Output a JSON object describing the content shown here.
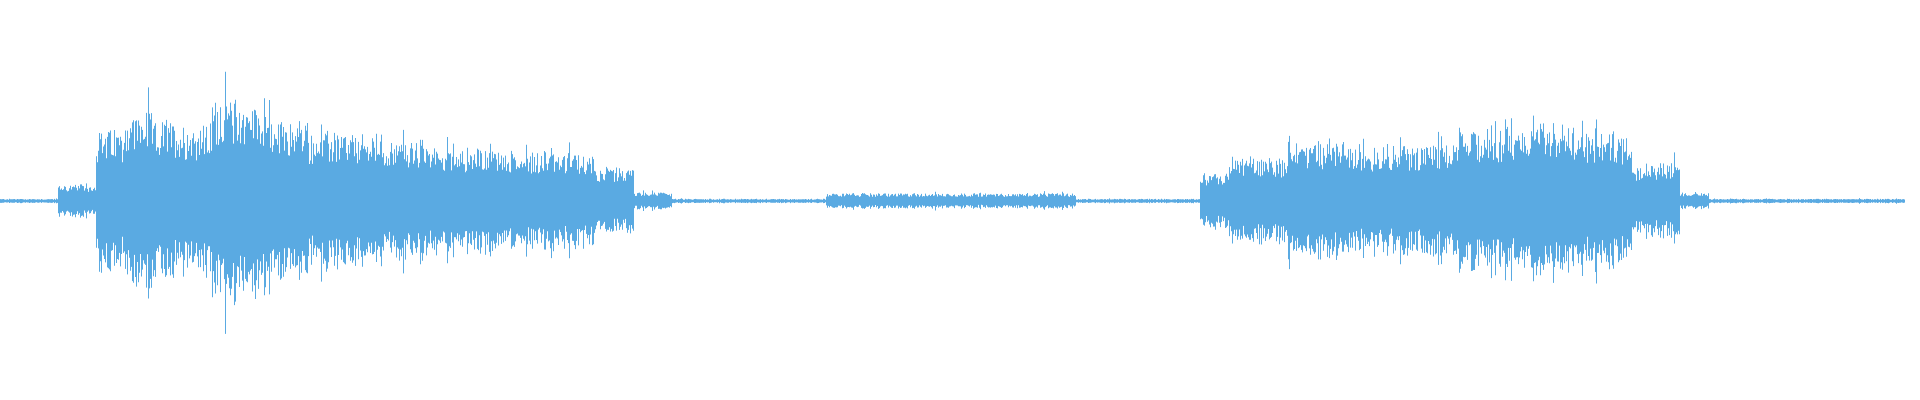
{
  "waveform": {
    "color": "#5aaae2",
    "background": "#ffffff",
    "amplitude_envelope": {
      "comment_free": true,
      "x_range": [
        0,
        1
      ],
      "y_range": [
        0,
        1
      ],
      "segments": [
        {
          "x0": 0.0,
          "x1": 0.03,
          "level": 0.02
        },
        {
          "x0": 0.03,
          "x1": 0.05,
          "level": 0.15
        },
        {
          "x0": 0.05,
          "x1": 0.065,
          "level": 0.65
        },
        {
          "x0": 0.065,
          "x1": 0.08,
          "level": 0.8
        },
        {
          "x0": 0.08,
          "x1": 0.095,
          "level": 0.72
        },
        {
          "x0": 0.095,
          "x1": 0.11,
          "level": 0.7
        },
        {
          "x0": 0.11,
          "x1": 0.125,
          "level": 0.95
        },
        {
          "x0": 0.125,
          "x1": 0.14,
          "level": 0.9
        },
        {
          "x0": 0.14,
          "x1": 0.16,
          "level": 0.72
        },
        {
          "x0": 0.16,
          "x1": 0.18,
          "level": 0.62
        },
        {
          "x0": 0.18,
          "x1": 0.2,
          "level": 0.6
        },
        {
          "x0": 0.2,
          "x1": 0.22,
          "level": 0.55
        },
        {
          "x0": 0.22,
          "x1": 0.24,
          "level": 0.5
        },
        {
          "x0": 0.24,
          "x1": 0.26,
          "level": 0.48
        },
        {
          "x0": 0.26,
          "x1": 0.29,
          "level": 0.45
        },
        {
          "x0": 0.29,
          "x1": 0.31,
          "level": 0.43
        },
        {
          "x0": 0.31,
          "x1": 0.33,
          "level": 0.3
        },
        {
          "x0": 0.33,
          "x1": 0.35,
          "level": 0.08
        },
        {
          "x0": 0.35,
          "x1": 0.43,
          "level": 0.02
        },
        {
          "x0": 0.43,
          "x1": 0.56,
          "level": 0.07
        },
        {
          "x0": 0.56,
          "x1": 0.625,
          "level": 0.02
        },
        {
          "x0": 0.625,
          "x1": 0.64,
          "level": 0.25
        },
        {
          "x0": 0.64,
          "x1": 0.67,
          "level": 0.4
        },
        {
          "x0": 0.67,
          "x1": 0.7,
          "level": 0.55
        },
        {
          "x0": 0.7,
          "x1": 0.73,
          "level": 0.5
        },
        {
          "x0": 0.73,
          "x1": 0.76,
          "level": 0.52
        },
        {
          "x0": 0.76,
          "x1": 0.79,
          "level": 0.65
        },
        {
          "x0": 0.79,
          "x1": 0.82,
          "level": 0.7
        },
        {
          "x0": 0.82,
          "x1": 0.85,
          "level": 0.62
        },
        {
          "x0": 0.85,
          "x1": 0.875,
          "level": 0.35
        },
        {
          "x0": 0.875,
          "x1": 0.89,
          "level": 0.08
        },
        {
          "x0": 0.89,
          "x1": 1.0,
          "level": 0.02
        }
      ]
    }
  }
}
